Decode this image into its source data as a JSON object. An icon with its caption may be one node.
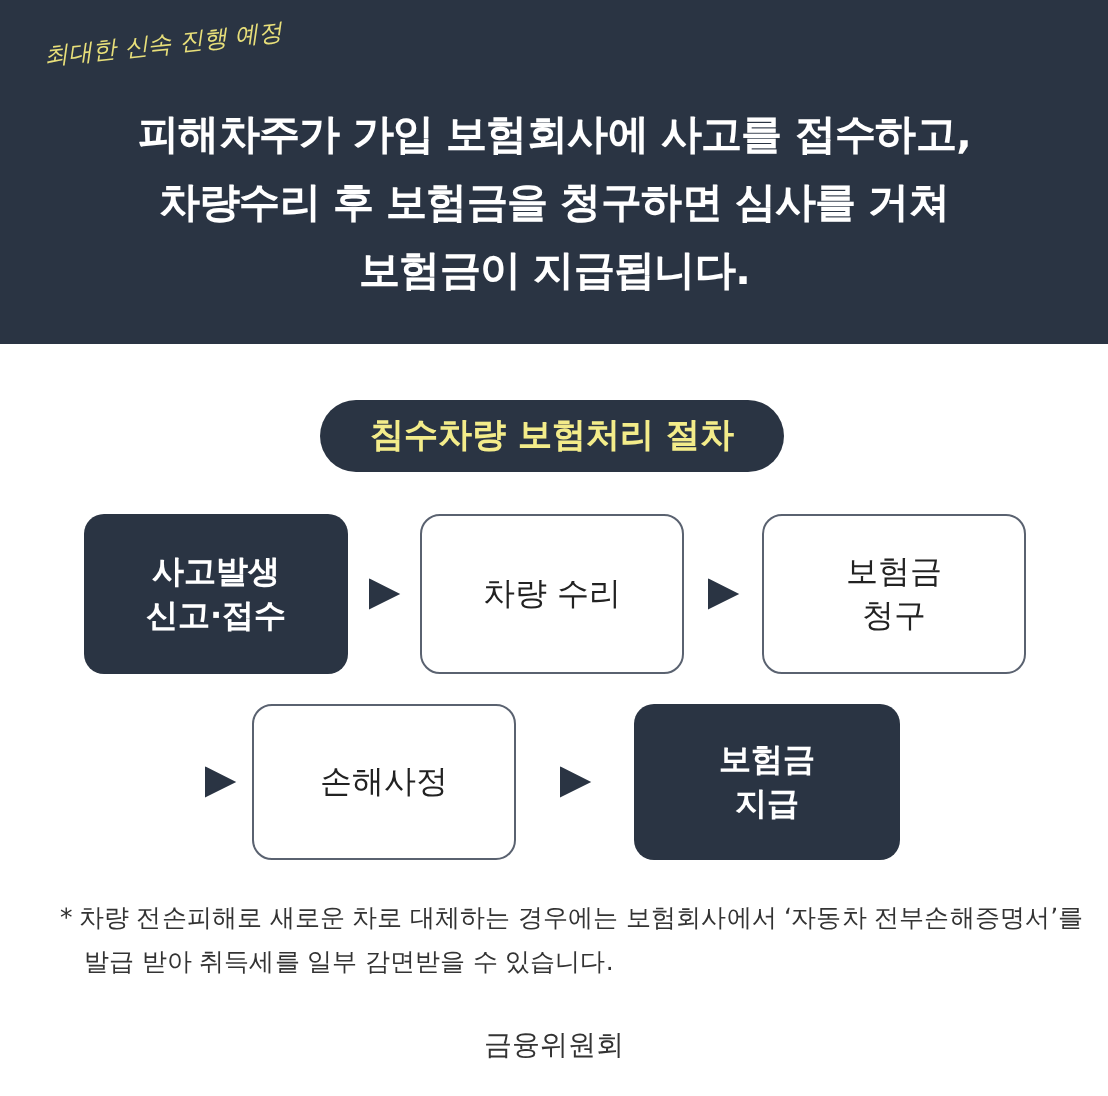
{
  "diagram": {
    "title": "피해차주가 가입 보험회사에 사고를 접수하고, 차량수리 후 보험금을 청구하면 심사를 거쳐 **보험금이 지급**됩니다.",
    "nodes": [
      {
        "text": [
          "침수차량 보험처리 절차"
        ]
      },
      {
        "text": [
          "사고발생 신고·접수"
        ]
      },
      {
        "text": [
          "차량 수리"
        ]
      },
      {
        "text": [
          "보험금 청구"
        ]
      },
      {
        "text": [
          "손해사정"
        ]
      },
      {
        "text": [
          "보험금 지급"
        ]
      }
    ],
    "edges": [
      {
        "from": 1,
        "to": 2,
        "arrow": "to"
      },
      {
        "from": 2,
        "to": 3,
        "arrow": "to"
      },
      {
        "from": null,
        "to": 4,
        "arrow": "to"
      },
      {
        "from": 4,
        "to": 5,
        "arrow": "to"
      }
    ],
    "labels": [
      "최대한 신속 진행 예정",
      "* 차량 전손피해로 새로운 차로 대체하는 경우에는 보험회사에서 ‘자동차 전부손해증명서’를 발급 받아 취득세를 일부 감면받을 수 있습니다.",
      "금융위원회"
    ]
  }
}
